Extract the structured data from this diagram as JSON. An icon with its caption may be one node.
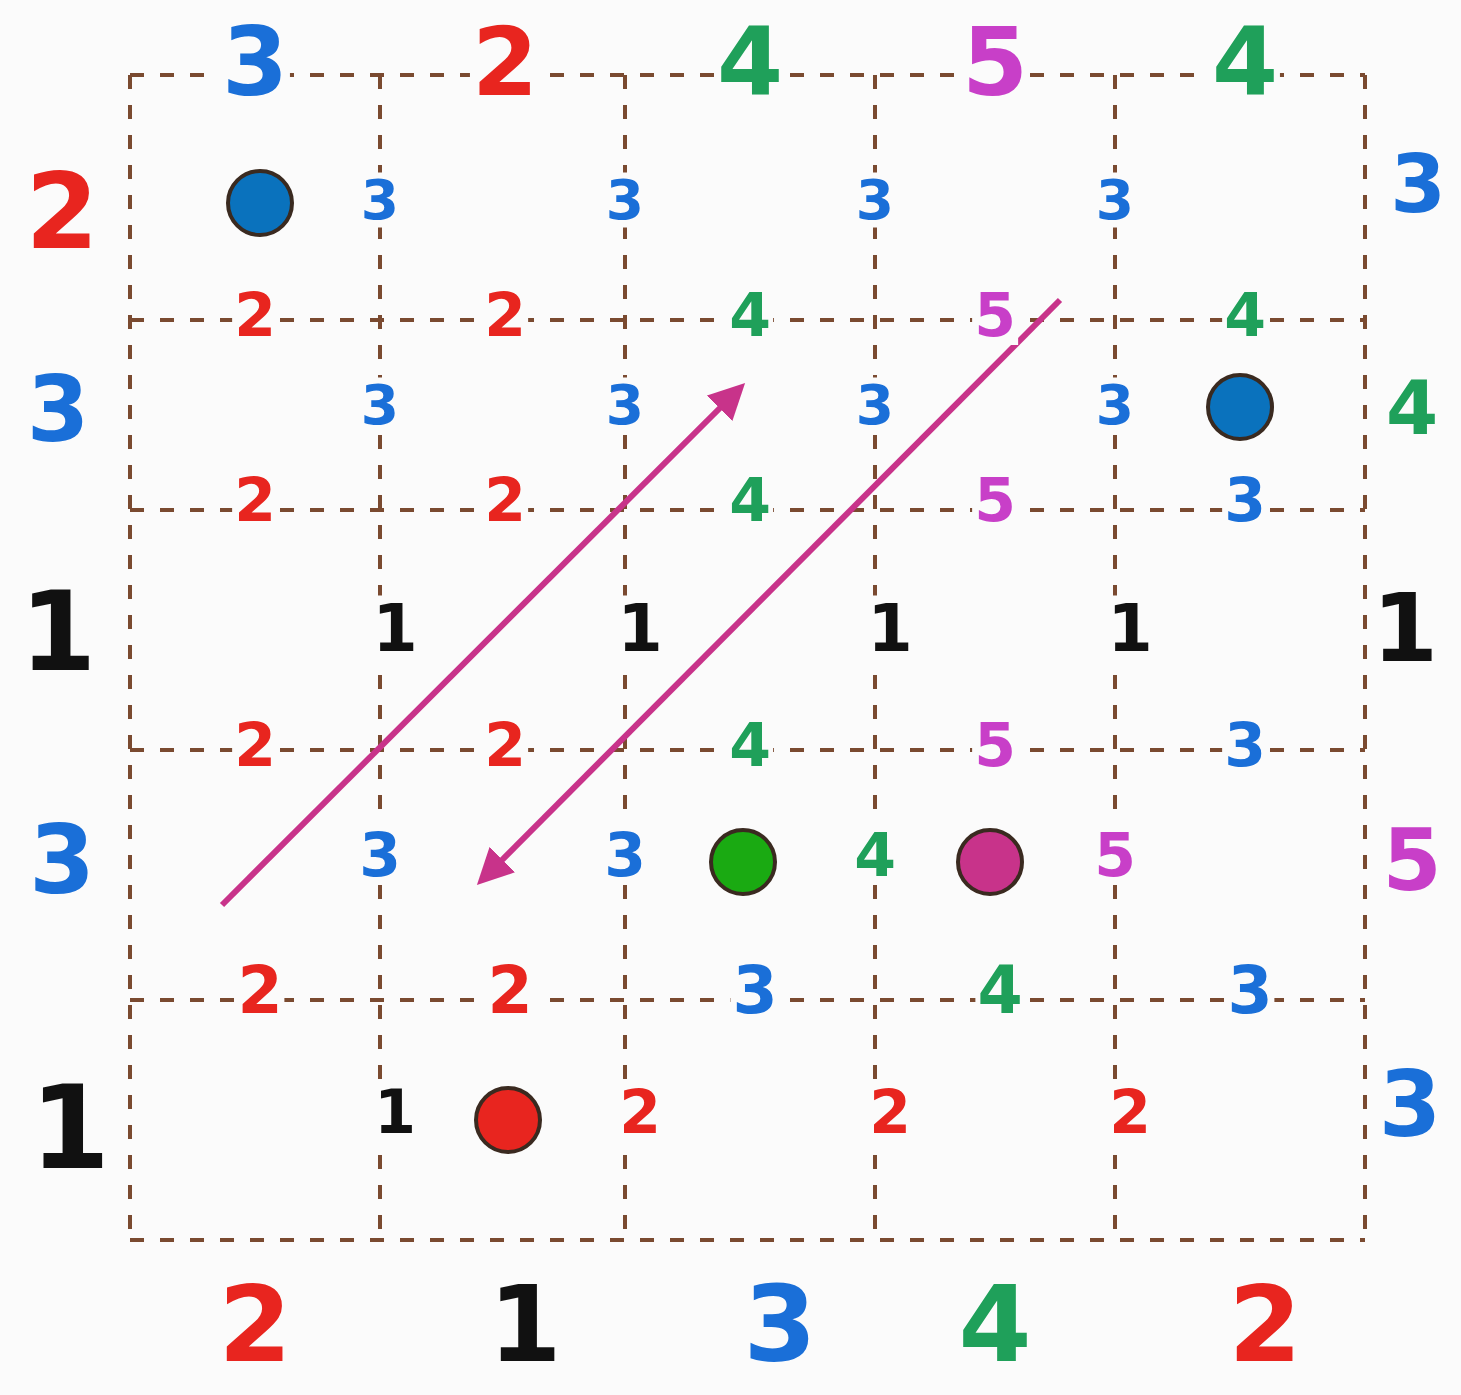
{
  "diagram": {
    "labels": [
      "3",
      "2",
      "4",
      "5",
      "4",
      "2",
      "3",
      "3",
      "3",
      "3",
      "3",
      "2",
      "2",
      "4",
      "5",
      "4",
      "3",
      "3",
      "3",
      "3",
      "3",
      "4",
      "2",
      "2",
      "4",
      "5",
      "3",
      "1",
      "1",
      "1",
      "1",
      "1",
      "1",
      "2",
      "2",
      "4",
      "5",
      "3",
      "3",
      "3",
      "3",
      "4",
      "5",
      "5",
      "2",
      "2",
      "3",
      "4",
      "3",
      "1",
      "1",
      "2",
      "2",
      "2",
      "3",
      "2",
      "1",
      "3",
      "4",
      "2"
    ]
  }
}
